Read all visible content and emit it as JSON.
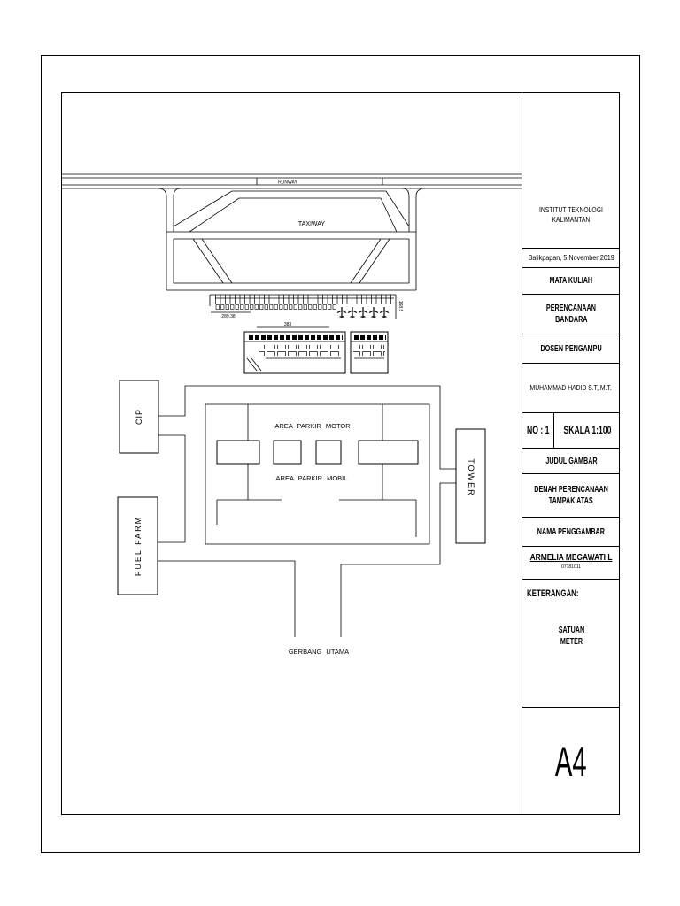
{
  "drawing": {
    "runway_label": "RUNWAY",
    "taxiway_label": "TAXIWAY",
    "dimensions": {
      "apron_width": "289.38",
      "terminal_width": "383",
      "apron_depth": "168.5"
    },
    "facilities": {
      "cip": "CIP",
      "fuel_farm": "FUEL FARM",
      "tower": "TOWER",
      "parking_motor": "AREA PARKIR MOTOR",
      "parking_car": "AREA PARKIR MOBIL",
      "main_gate": "GERBANG UTAMA"
    }
  },
  "title_block": {
    "institution": [
      "INSTITUT TEKNOLOGI",
      "KALIMANTAN"
    ],
    "place_date": "Balikpapan, 5 November 2019",
    "course_label": "MATA KULIAH",
    "course": [
      "PERENCANAAN",
      "BANDARA"
    ],
    "lecturer_label": "DOSEN PENGAMPU",
    "lecturer": "MUHAMMAD HADID S.T, M.T.",
    "sheet_no": "NO : 1",
    "scale": "SKALA 1:100",
    "drawing_title_label": "JUDUL GAMBAR",
    "drawing_title": [
      "DENAH PERENCANAAN",
      "TAMPAK ATAS"
    ],
    "drafter_label": "NAMA PENGGAMBAR",
    "drafter": "ARMELIA MEGAWATI L",
    "drafter_id": "07181011",
    "notes_label": "KETERANGAN:",
    "notes": [
      "SATUAN",
      "METER"
    ],
    "paper_size": "A4"
  }
}
